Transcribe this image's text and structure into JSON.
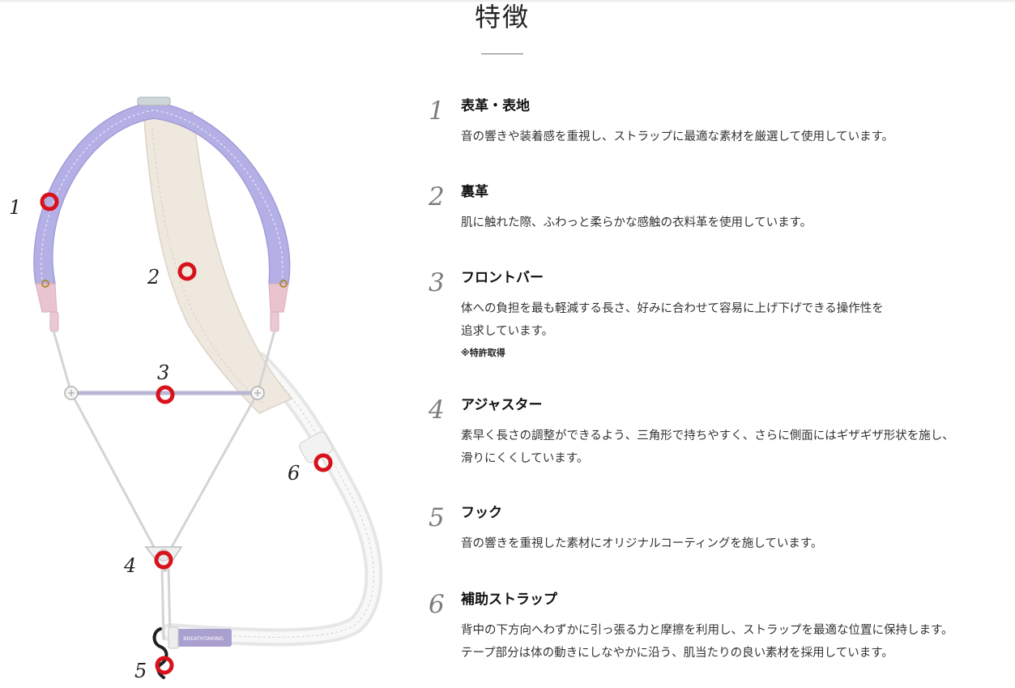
{
  "section": {
    "title": "特徴"
  },
  "diagram": {
    "labels": [
      "1",
      "2",
      "3",
      "4",
      "5",
      "6"
    ],
    "tag_text": "BREATHTAKING"
  },
  "colors": {
    "marker": "#d8121c",
    "shoulder_lavender": "#b4b0e6",
    "shoulder_pink": "#e9c4ce",
    "back_pad": "#eee8df",
    "number_gray": "#7d7d7d"
  },
  "features": [
    {
      "num": "1",
      "title": "表革・表地",
      "desc": [
        "音の響きや装着感を重視し、ストラップに最適な素材を厳選して使用しています。"
      ]
    },
    {
      "num": "2",
      "title": "裏革",
      "desc": [
        "肌に触れた際、ふわっと柔らかな感触の衣料革を使用しています。"
      ]
    },
    {
      "num": "3",
      "title": "フロントバー",
      "desc": [
        "体への負担を最も軽減する長さ、好みに合わせて容易に上げ下げできる操作性を",
        "追求しています。"
      ],
      "note": "※特許取得"
    },
    {
      "num": "4",
      "title": "アジャスター",
      "desc": [
        "素早く長さの調整ができるよう、三角形で持ちやすく、さらに側面にはギザギザ形状を施し、",
        "滑りにくくしています。"
      ]
    },
    {
      "num": "5",
      "title": "フック",
      "desc": [
        "音の響きを重視した素材にオリジナルコーティングを施しています。"
      ]
    },
    {
      "num": "6",
      "title": "補助ストラップ",
      "desc": [
        "背中の下方向へわずかに引っ張る力と摩擦を利用し、ストラップを最適な位置に保持します。",
        "テープ部分は体の動きにしなやかに沿う、肌当たりの良い素材を採用しています。"
      ]
    }
  ]
}
